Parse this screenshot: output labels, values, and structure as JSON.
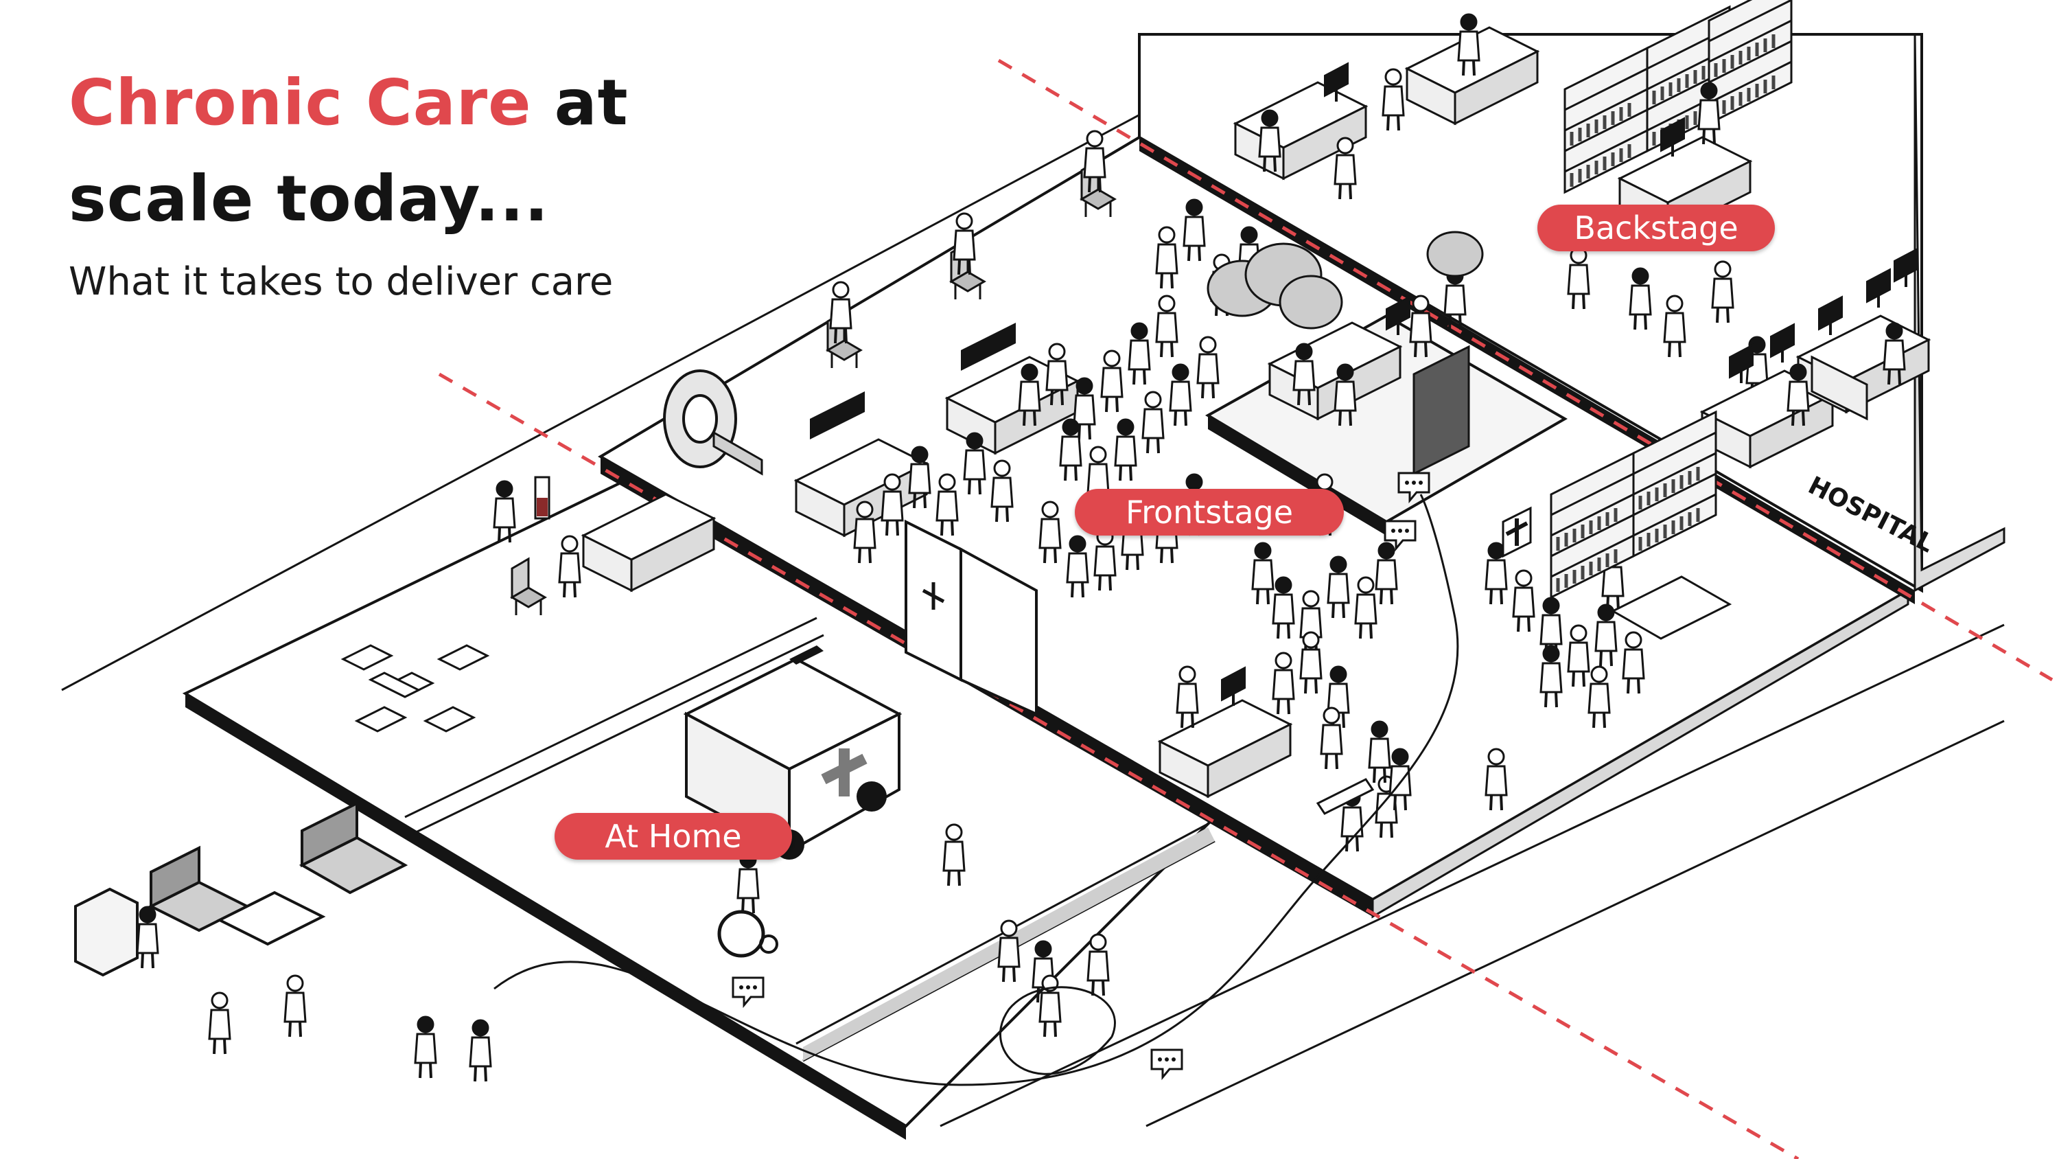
{
  "title": {
    "accent_part": "Chronic Care",
    "rest_part": " at",
    "line2": "scale today..."
  },
  "subtitle": "What it takes to deliver care",
  "zones": {
    "backstage": "Backstage",
    "frontstage": "Frontstage",
    "at_home": "At Home"
  },
  "building_sign": "HOSPITAL",
  "colors": {
    "accent": "#e0484d",
    "ink": "#141414",
    "gray": "#9a9a9a",
    "light_gray": "#d9d9d9"
  },
  "icons": [
    "ambulance-icon",
    "medical-cross-icon",
    "chat-bubble-icon",
    "wheelchair-icon",
    "mri-scanner-icon",
    "bookshelf-icon",
    "computer-icon"
  ]
}
